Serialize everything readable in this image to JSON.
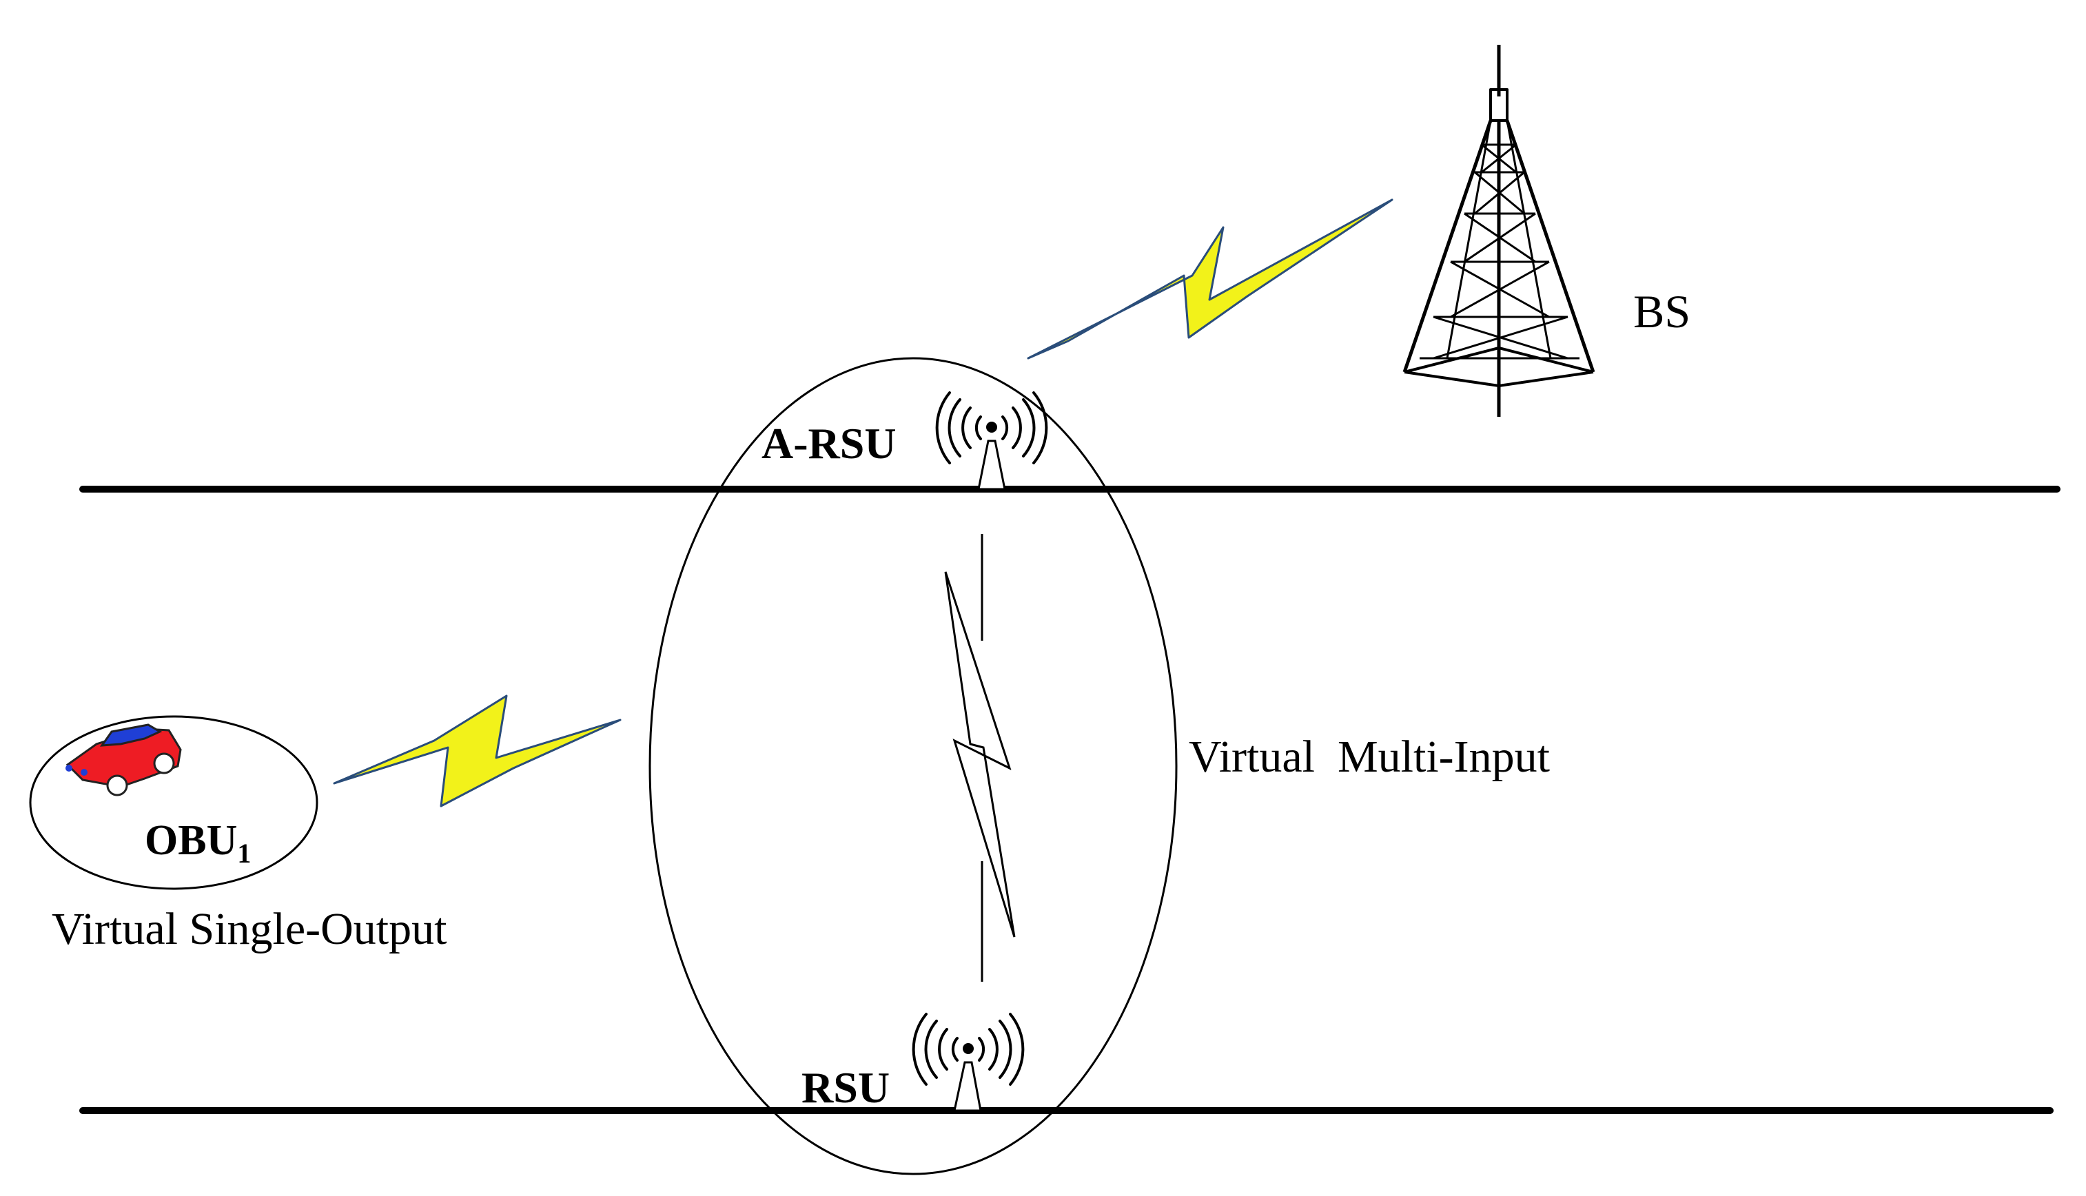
{
  "labels": {
    "bs": "BS",
    "arsu": "A-RSU",
    "rsu": "RSU",
    "obu_main": "OBU",
    "obu_sub": "1",
    "virtual_multi_input": "Virtual  Multi-Input",
    "virtual_single_output": "Virtual Single-Output"
  },
  "colors": {
    "lightning_fill": "#f2f21a",
    "lightning_stroke": "#2a4d7a",
    "car_body": "#ee1c24",
    "car_roof": "#1f3fd6",
    "line": "#000000"
  },
  "icons": [
    "bs-tower-icon",
    "arsu-antenna-icon",
    "rsu-antenna-icon",
    "car-icon",
    "lightning-icon"
  ]
}
